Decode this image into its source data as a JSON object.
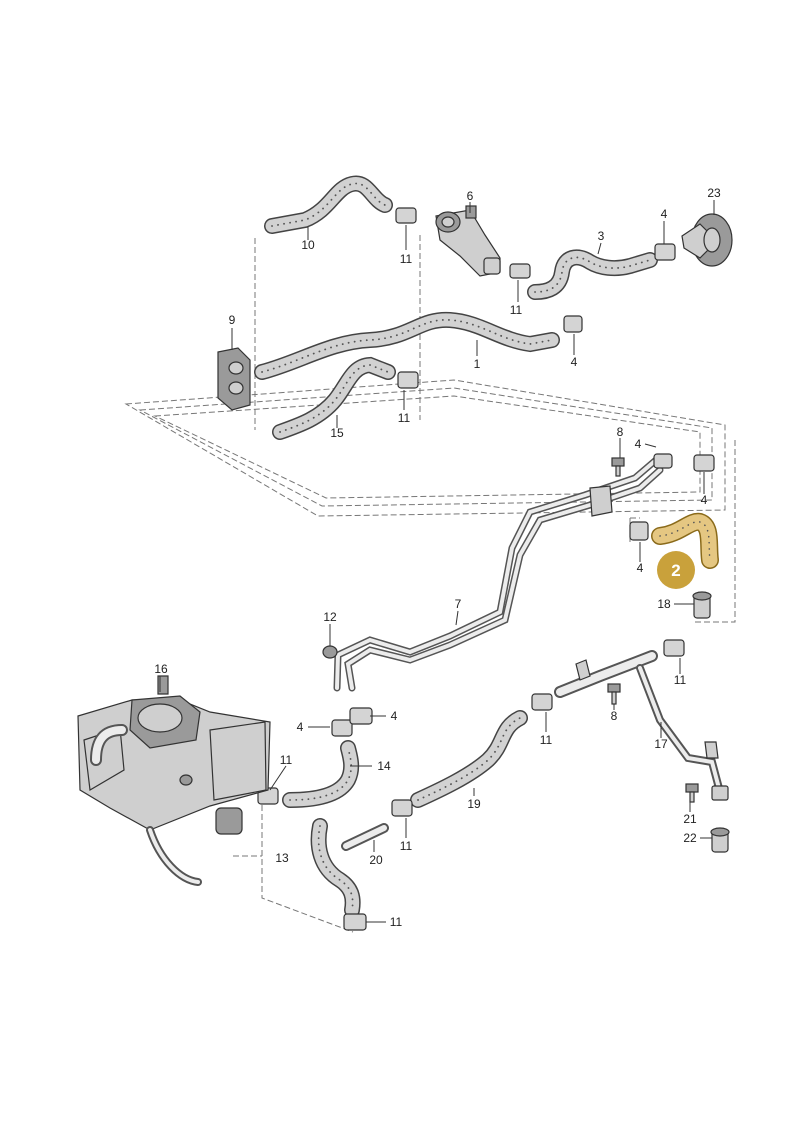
{
  "callouts": {
    "c1": "1",
    "c3": "3",
    "c4a": "4",
    "c4b": "4",
    "c4c": "4",
    "c4d": "4",
    "c4e": "4",
    "c4f": "4",
    "c4g": "4",
    "c6": "6",
    "c7": "7",
    "c8a": "8",
    "c8b": "8",
    "c9": "9",
    "c10": "10",
    "c11a": "11",
    "c11b": "11",
    "c11c": "11",
    "c11d": "11",
    "c11e": "11",
    "c11f": "11",
    "c11g": "11",
    "c11h": "11",
    "c12": "12",
    "c13": "13",
    "c14": "14",
    "c15": "15",
    "c16": "16",
    "c17": "17",
    "c18": "18",
    "c19": "19",
    "c20": "20",
    "c21": "21",
    "c22": "22",
    "c23": "23"
  },
  "highlight": {
    "label": "2",
    "color": "#c9a13b"
  }
}
